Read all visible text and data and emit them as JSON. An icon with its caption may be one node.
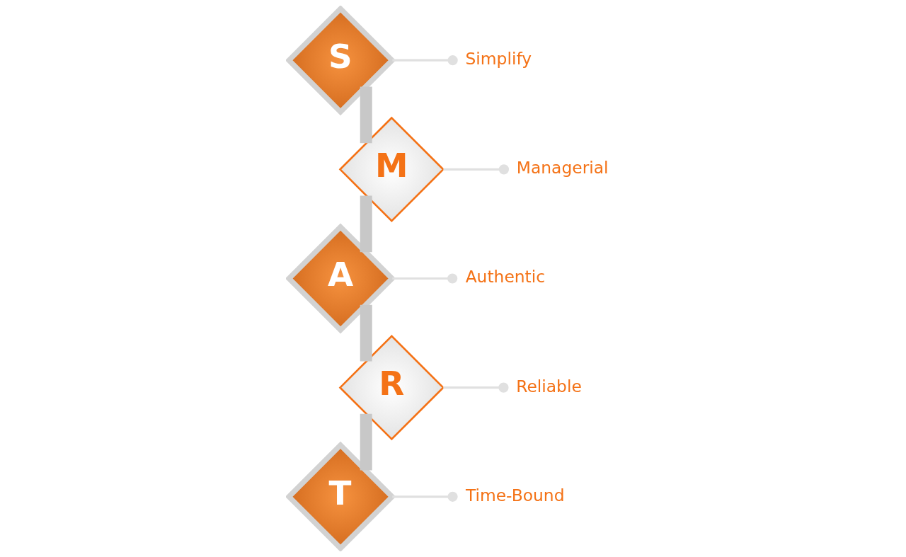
{
  "diagram": {
    "nodes": [
      {
        "text": [
          "S"
        ]
      },
      {
        "text": [
          "Simplify"
        ]
      },
      {
        "text": [
          "M"
        ]
      },
      {
        "text": [
          "Managerial"
        ]
      },
      {
        "text": [
          "A"
        ]
      },
      {
        "text": [
          "Authentic"
        ]
      },
      {
        "text": [
          "R"
        ]
      },
      {
        "text": [
          "Reliable"
        ]
      },
      {
        "text": [
          "T"
        ]
      },
      {
        "text": [
          "Time-Bound"
        ]
      }
    ],
    "edges": [
      {
        "from": 0,
        "to": 1,
        "arrow": "other"
      },
      {
        "from": 0,
        "to": 2,
        "arrow": "none",
        "style": "thick",
        "color": "#c8c8c8"
      },
      {
        "from": 2,
        "to": 3,
        "arrow": "other"
      },
      {
        "from": 2,
        "to": 4,
        "arrow": "none",
        "style": "thick",
        "color": "#c8c8c8"
      },
      {
        "from": 4,
        "to": 5,
        "arrow": "other"
      },
      {
        "from": 4,
        "to": 6,
        "arrow": "none",
        "style": "thick",
        "color": "#c8c8c8"
      },
      {
        "from": 6,
        "to": 7,
        "arrow": "other"
      },
      {
        "from": 6,
        "to": 8,
        "arrow": "none",
        "style": "thick",
        "color": "#c8c8c8"
      },
      {
        "from": 8,
        "to": 9,
        "arrow": "other"
      }
    ]
  }
}
